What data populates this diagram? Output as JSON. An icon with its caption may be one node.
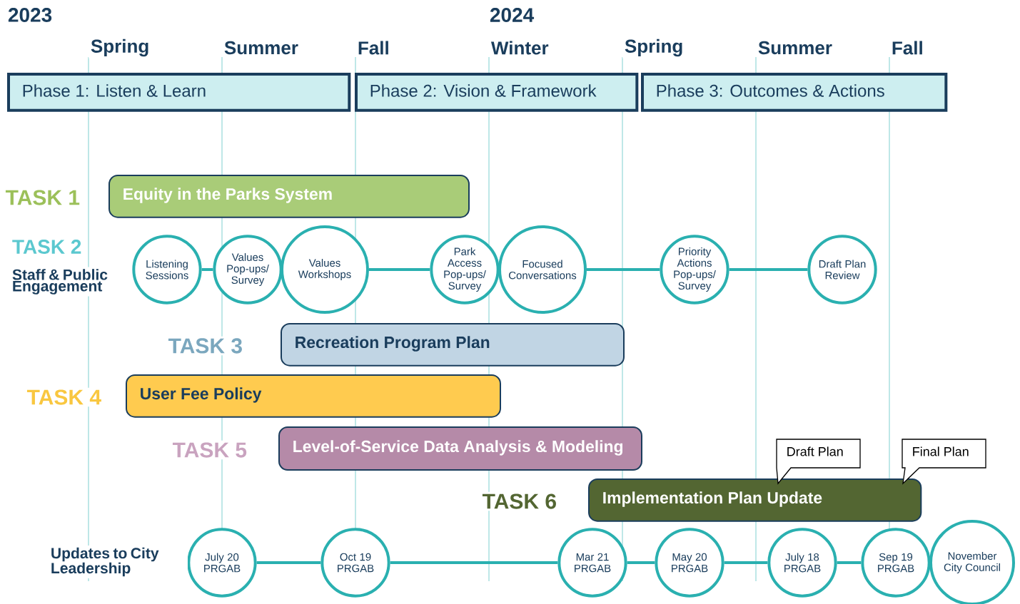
{
  "diagram": {
    "nodes": [
      {
        "text": [
          "Phase 1: Listen & Learn"
        ]
      },
      {
        "text": [
          "Phase 2: Vision & Framework"
        ]
      },
      {
        "text": [
          "Phase 3: Outcomes & Actions"
        ]
      },
      {
        "text": [
          "TASK 1",
          "Equity in the Parks System"
        ]
      },
      {
        "text": [
          "Listening Sessions"
        ]
      },
      {
        "text": [
          "Values Pop-ups/ Survey"
        ]
      },
      {
        "text": [
          "Values Workshops"
        ]
      },
      {
        "text": [
          "Park Access Pop-ups/ Survey"
        ]
      },
      {
        "text": [
          "Focused Conversations"
        ]
      },
      {
        "text": [
          "Priority Actions Pop-ups/ Survey"
        ]
      },
      {
        "text": [
          "Draft Plan Review"
        ]
      },
      {
        "text": [
          "TASK 3",
          "Recreation Program Plan"
        ]
      },
      {
        "text": [
          "TASK 4",
          "User Fee Policy"
        ]
      },
      {
        "text": [
          "TASK 5",
          "Level-of-Service Data Analysis & Modeling"
        ]
      },
      {
        "text": [
          "TASK 6",
          "Implementation Plan Update"
        ]
      },
      {
        "text": [
          "Draft Plan"
        ]
      },
      {
        "text": [
          "Final Plan"
        ]
      },
      {
        "text": [
          "July 20 PRGAB"
        ]
      },
      {
        "text": [
          "Oct 19 PRGAB"
        ]
      },
      {
        "text": [
          "Mar 21 PRGAB"
        ]
      },
      {
        "text": [
          "May 20 PRGAB"
        ]
      },
      {
        "text": [
          "July 18 PRGAB"
        ]
      },
      {
        "text": [
          "Sep 19 PRGAB"
        ]
      },
      {
        "text": [
          "November City Council"
        ]
      }
    ],
    "edges": [
      {
        "from": 4,
        "to": 5,
        "arrow": "none"
      },
      {
        "from": 6,
        "to": 7,
        "arrow": "none"
      },
      {
        "from": 8,
        "to": 9,
        "arrow": "none"
      },
      {
        "from": 9,
        "to": 10,
        "arrow": "none"
      },
      {
        "from": 17,
        "to": 18,
        "arrow": "none"
      },
      {
        "from": 18,
        "to": 19,
        "arrow": "none"
      },
      {
        "from": 19,
        "to": 20,
        "arrow": "none"
      },
      {
        "from": 20,
        "to": 21,
        "arrow": "none"
      },
      {
        "from": 21,
        "to": 22,
        "arrow": "none"
      }
    ],
    "labels": [
      "2023",
      "2024",
      "Spring",
      "Summer",
      "Fall",
      "Winter",
      "Spring",
      "Summer",
      "Fall",
      "TASK 2",
      "Staff & Public Engagement",
      "Updates to City Leadership"
    ]
  }
}
